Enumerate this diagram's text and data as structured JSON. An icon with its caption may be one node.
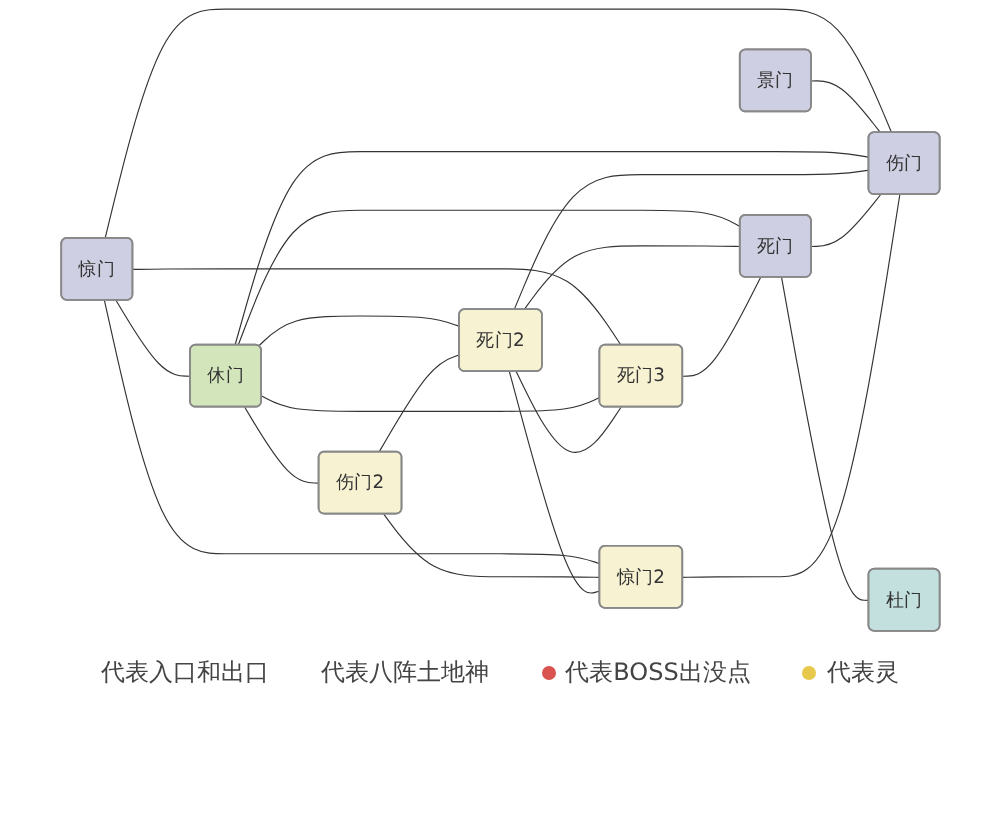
{
  "diagram": {
    "nodes": [
      {
        "text": [
          "景门"
        ]
      },
      {
        "text": [
          "惊门"
        ]
      },
      {
        "text": [
          "伤门2"
        ]
      },
      {
        "text": [
          "死门2"
        ]
      },
      {
        "text": [
          "休门"
        ]
      },
      {
        "text": [
          "死门3"
        ]
      },
      {
        "text": [
          "死门"
        ]
      },
      {
        "text": [
          "惊门2"
        ]
      },
      {
        "text": [
          "伤门"
        ]
      },
      {
        "text": [
          "杜门"
        ]
      }
    ],
    "edges": [
      {
        "from": 1,
        "to": 4,
        "arrow": "none"
      },
      {
        "from": 1,
        "to": 7,
        "arrow": "none"
      },
      {
        "from": 1,
        "to": 5,
        "arrow": "none"
      },
      {
        "from": 1,
        "to": 8,
        "arrow": "none"
      },
      {
        "from": 0,
        "to": 8,
        "arrow": "none"
      },
      {
        "from": 4,
        "to": 3,
        "arrow": "none"
      },
      {
        "from": 4,
        "to": 5,
        "arrow": "none"
      },
      {
        "from": 4,
        "to": 2,
        "arrow": "none"
      },
      {
        "from": 4,
        "to": 6,
        "arrow": "none"
      },
      {
        "from": 4,
        "to": 8,
        "arrow": "none"
      },
      {
        "from": 2,
        "to": 3,
        "arrow": "none"
      },
      {
        "from": 2,
        "to": 7,
        "arrow": "none"
      },
      {
        "from": 3,
        "to": 5,
        "arrow": "none"
      },
      {
        "from": 3,
        "to": 6,
        "arrow": "none"
      },
      {
        "from": 3,
        "to": 8,
        "arrow": "none"
      },
      {
        "from": 3,
        "to": 7,
        "arrow": "none"
      },
      {
        "from": 5,
        "to": 6,
        "arrow": "none"
      },
      {
        "from": 6,
        "to": 8,
        "arrow": "none"
      },
      {
        "from": 6,
        "to": 9,
        "arrow": "none"
      },
      {
        "from": 7,
        "to": 8,
        "arrow": "none"
      }
    ],
    "legend": [
      {
        "text": "代表入口和出口"
      },
      {
        "text": "代表八阵土地神"
      },
      {
        "text": "代表BOSS出没点",
        "color": "#d9534f"
      },
      {
        "text": "代表灵",
        "color": "#e8c84a"
      }
    ]
  }
}
